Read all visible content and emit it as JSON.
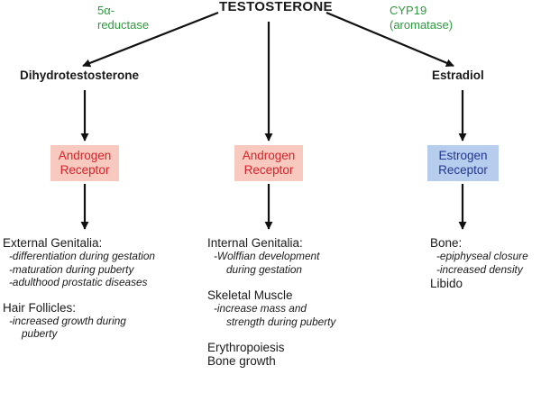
{
  "top": {
    "title": "TESTOSTERONE"
  },
  "enzymes": {
    "left": [
      "5α-",
      "reductase"
    ],
    "right": [
      "CYP19",
      "(aromatase)"
    ]
  },
  "metabolites": {
    "left": "Dihydrotestosterone",
    "right": "Estradiol"
  },
  "receptors": {
    "left": [
      "Androgen",
      "Receptor"
    ],
    "middle": [
      "Androgen",
      "Receptor"
    ],
    "right": [
      "Estrogen",
      "Receptor"
    ]
  },
  "colors": {
    "androgen_box": "#f8c9bf",
    "androgen_text": "#d8232a",
    "estrogen_box": "#b7cdee",
    "estrogen_text": "#23368f",
    "enzyme_text": "#2e9a3e"
  },
  "effects": {
    "left": {
      "external_genitalia": {
        "heading": "External Genitalia:",
        "items": [
          "-differentiation during gestation",
          "-maturation during puberty",
          "-adulthood prostatic diseases"
        ]
      },
      "hair_follicles": {
        "heading": "Hair Follicles:",
        "items": [
          "-increased growth during",
          "puberty"
        ]
      }
    },
    "middle": {
      "internal_genitalia": {
        "heading": "Internal Genitalia:",
        "items": [
          "-Wolffian development",
          "during gestation"
        ]
      },
      "skeletal_muscle": {
        "heading": "Skeletal Muscle",
        "items": [
          "-increase mass and",
          "strength during puberty"
        ]
      },
      "other": [
        "Erythropoiesis",
        "Bone growth"
      ]
    },
    "right": {
      "bone": {
        "heading": "Bone:",
        "items": [
          "-epiphyseal closure",
          "-increased density"
        ]
      },
      "libido": "Libido"
    }
  }
}
